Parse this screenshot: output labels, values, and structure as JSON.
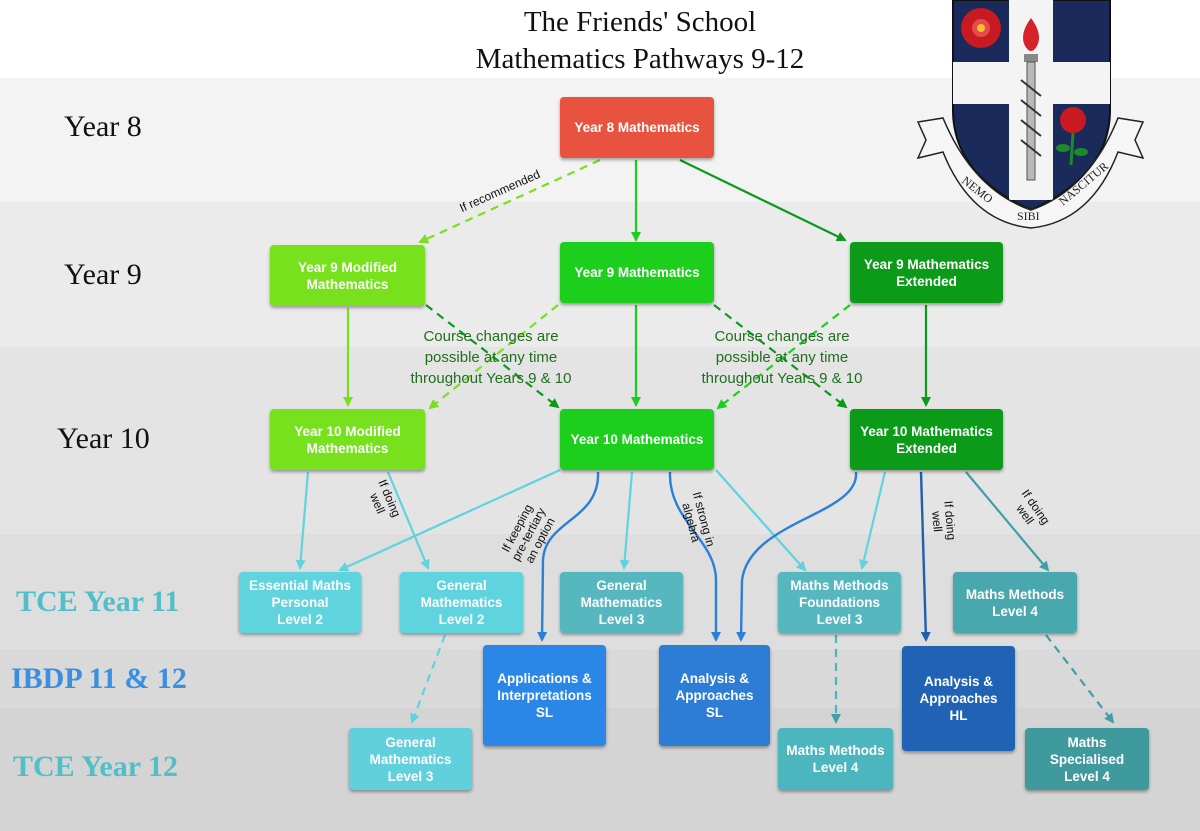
{
  "title": {
    "line1": "The Friends' School",
    "line2": "Mathematics Pathways 9-12"
  },
  "row_labels": {
    "year8": "Year 8",
    "year9": "Year 9",
    "year10": "Year 10",
    "tce11": "TCE Year 11",
    "ibdp": "IBDP 11 & 12",
    "tce12": "TCE Year 12"
  },
  "courses": {
    "y8": "Year 8 Mathematics",
    "y9mod": "Year 9 Modified\nMathematics",
    "y9": "Year 9 Mathematics",
    "y9ext": "Year 9 Mathematics\nExtended",
    "y10mod": "Year 10 Modified\nMathematics",
    "y10": "Year 10 Mathematics",
    "y10ext": "Year 10 Mathematics\nExtended",
    "essential": "Essential Maths\nPersonal\nLevel 2",
    "general2": "General\nMathematics\nLevel 2",
    "general3_11": "General\nMathematics\nLevel 3",
    "methods_found": "Maths Methods\nFoundations\nLevel 3",
    "methods4_11": "Maths Methods\nLevel 4",
    "ai_sl": "Applications &\nInterpretations\nSL",
    "aa_sl": "Analysis &\nApproaches\nSL",
    "aa_hl": "Analysis &\nApproaches\nHL",
    "general3_12": "General\nMathematics\nLevel 3",
    "methods4_12": "Maths Methods\nLevel 4",
    "specialised": "Maths\nSpecialised\nLevel 4"
  },
  "notes": {
    "left": "Course changes are\npossible at any time\nthroughout Years 9 & 10",
    "right": "Course changes are\npossible at any time\nthroughout Years 9 & 10"
  },
  "arrow_labels": {
    "if_recommended": "If recommended",
    "if_doing_well_a": "If doing\nwell",
    "if_keeping": "If keeping\npre-tertiary\nan option",
    "if_strong": "If strong in\nalgebra",
    "if_doing_well_b": "If doing\nwell",
    "if_doing_well_c": "If doing\nwell"
  },
  "logo": {
    "motto_left": "NEMO",
    "motto_mid": "SIBI",
    "motto_right": "NASCITUR"
  },
  "colors": {
    "year8": "#e8533f",
    "year9_10_mod": "#76e11c",
    "year9_10": "#1ccf1c",
    "year9_10_ext": "#0c9a19",
    "tce11": "#5fd3de",
    "tce11_dark": "#56b7be",
    "ibdp_ai": "#2a87e8",
    "ibdp_aa_sl": "#2d7dd6",
    "ibdp_aa_hl": "#2063b5",
    "tce12_general": "#5fd0dc",
    "tce12_methods": "#4cb6be",
    "tce12_spec": "#3f9a9e",
    "label_year": "#111111",
    "label_tce": "#52bfc8",
    "label_ibdp": "#3a8fe0"
  }
}
